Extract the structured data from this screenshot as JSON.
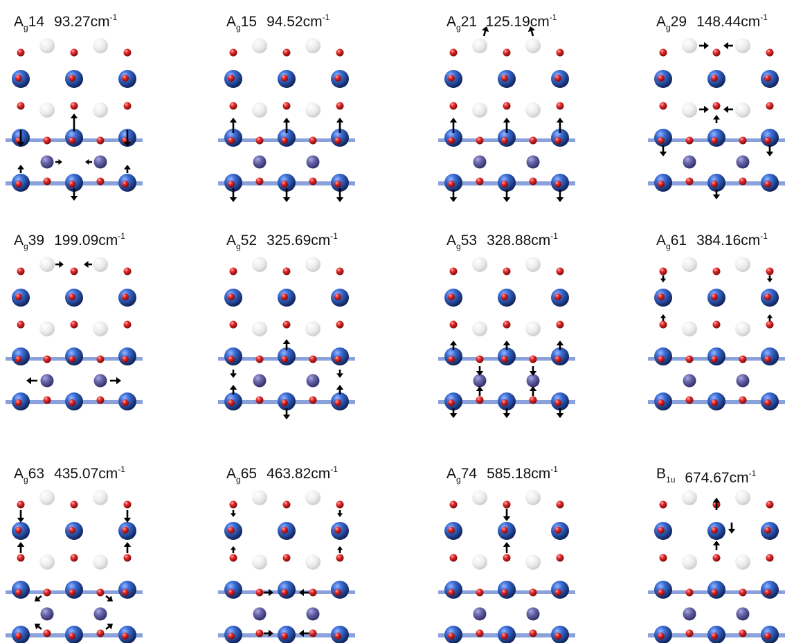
{
  "figure": {
    "panels": [
      {
        "sym": "A",
        "sub": "g",
        "num": "14",
        "freq": "93.27cm",
        "sup": "-1"
      },
      {
        "sym": "A",
        "sub": "g",
        "num": "15",
        "freq": "94.52cm",
        "sup": "-1"
      },
      {
        "sym": "A",
        "sub": "g",
        "num": "21",
        "freq": "125.19cm",
        "sup": "-1"
      },
      {
        "sym": "A",
        "sub": "g",
        "num": "29",
        "freq": "148.44cm",
        "sup": "-1"
      },
      {
        "sym": "A",
        "sub": "g",
        "num": "39",
        "freq": "199.09cm",
        "sup": "-1"
      },
      {
        "sym": "A",
        "sub": "g",
        "num": "52",
        "freq": "325.69cm",
        "sup": "-1"
      },
      {
        "sym": "A",
        "sub": "g",
        "num": "53",
        "freq": "328.88cm",
        "sup": "-1"
      },
      {
        "sym": "A",
        "sub": "g",
        "num": "61",
        "freq": "384.16cm",
        "sup": "-1"
      },
      {
        "sym": "A",
        "sub": "g",
        "num": "63",
        "freq": "435.07cm",
        "sup": "-1"
      },
      {
        "sym": "A",
        "sub": "g",
        "num": "65",
        "freq": "463.82cm",
        "sup": "-1"
      },
      {
        "sym": "A",
        "sub": "g",
        "num": "74",
        "freq": "585.18cm",
        "sup": "-1"
      },
      {
        "sym": "B",
        "sub": "1u",
        "num": "",
        "freq": "674.67cm",
        "sup": "-1"
      }
    ],
    "colors": {
      "blue_atom": "#1d4b9e",
      "red_atom": "#e0242b",
      "white_atom": "#e4e4e4",
      "purple_atom": "#5c5a9c",
      "plane": "#7d97d8",
      "arrow": "#000000"
    }
  }
}
